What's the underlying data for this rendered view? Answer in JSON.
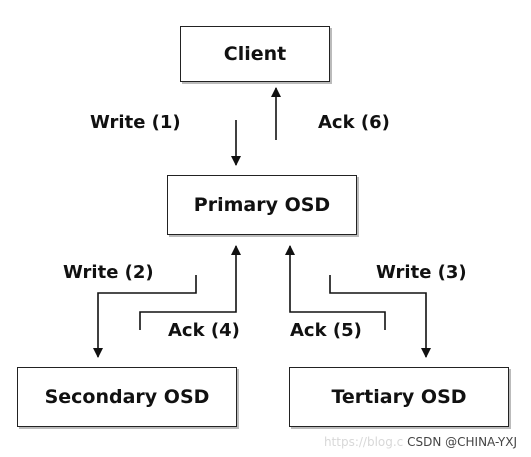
{
  "nodes": {
    "client": "Client",
    "primary": "Primary OSD",
    "secondary": "Secondary OSD",
    "tertiary": "Tertiary OSD"
  },
  "edges": {
    "write1": "Write (1)",
    "ack6": "Ack (6)",
    "write2": "Write (2)",
    "ack4": "Ack (4)",
    "ack5": "Ack (5)",
    "write3": "Write (3)"
  },
  "watermark": {
    "url": "https://blog.c",
    "author": "CSDN @CHINA-YXJ"
  }
}
